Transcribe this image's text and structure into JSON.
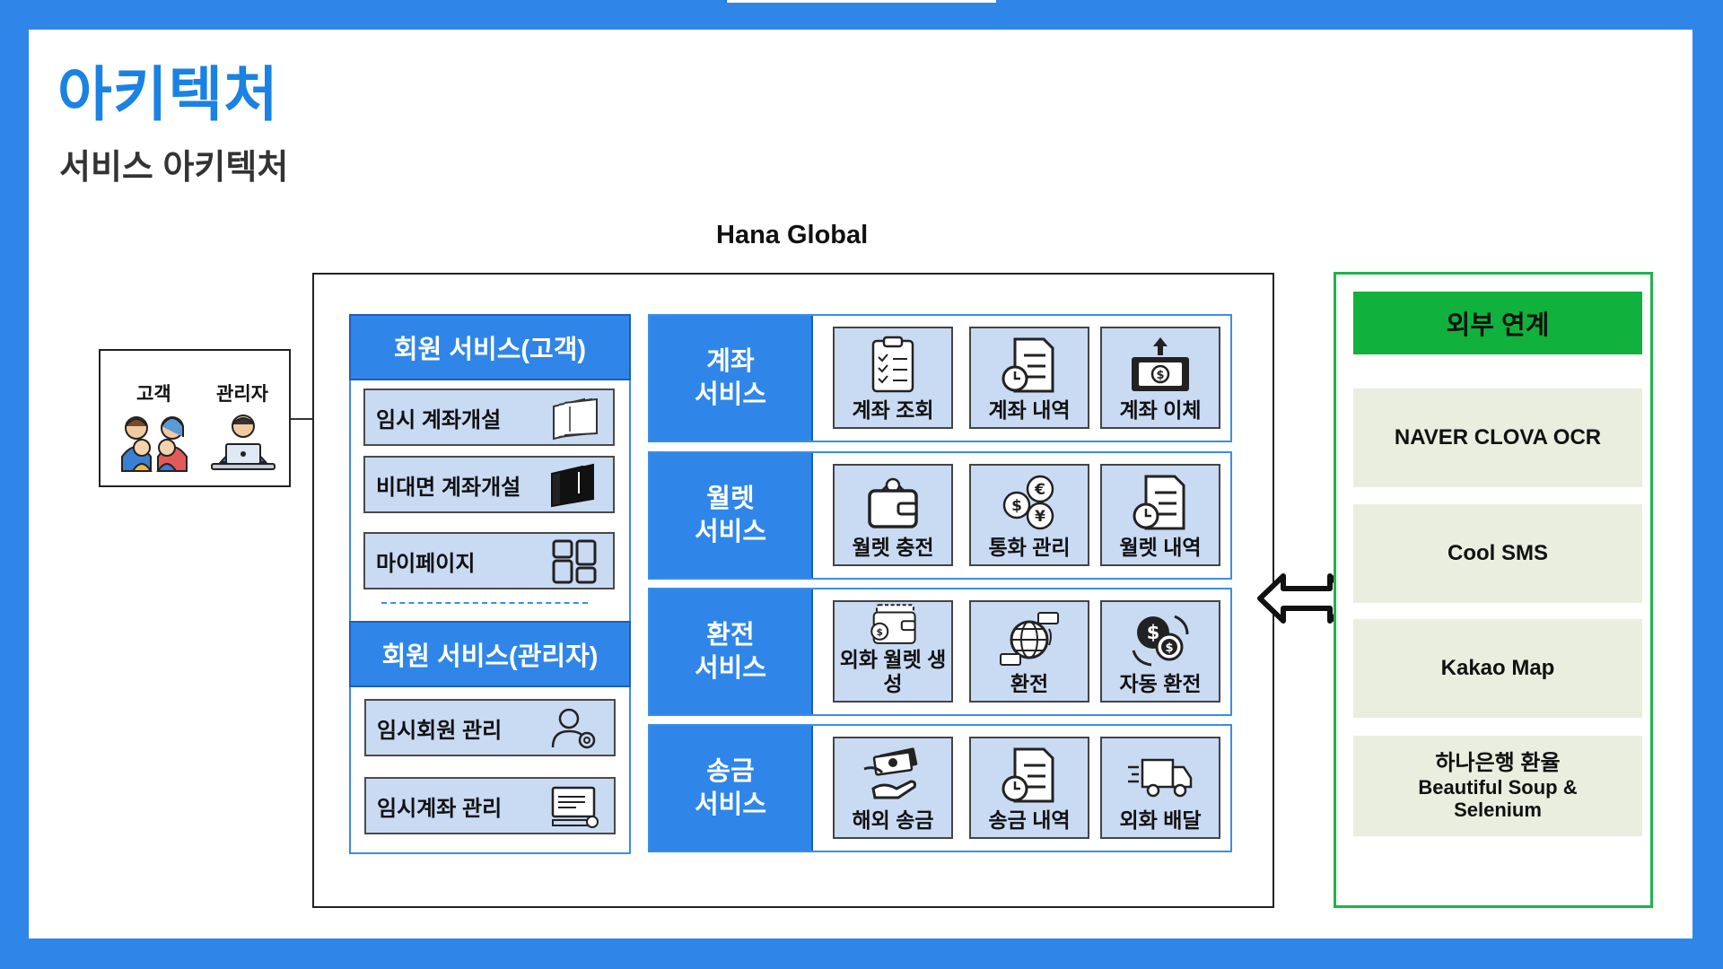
{
  "title": "아키텍처",
  "subtitle": "서비스 아키텍처",
  "diagram_title": "Hana Global",
  "actors": [
    {
      "label": "고객",
      "icon": "family-icon"
    },
    {
      "label": "관리자",
      "icon": "admin-laptop-icon"
    }
  ],
  "member_customer": {
    "title": "회원 서비스(고객)",
    "items": [
      {
        "label": "임시 계좌개설",
        "icon": "bankbook-outline-icon"
      },
      {
        "label": "비대면 계좌개설",
        "icon": "bankbook-filled-icon"
      },
      {
        "label": "마이페이지",
        "icon": "dashboard-icon"
      }
    ]
  },
  "member_admin": {
    "title": "회원 서비스(관리자)",
    "items": [
      {
        "label": "임시회원 관리",
        "icon": "user-gear-icon"
      },
      {
        "label": "임시계좌 관리",
        "icon": "monitor-gear-icon"
      }
    ]
  },
  "services": [
    {
      "label": "계좌\n서비스",
      "cards": [
        {
          "label": "계좌 조회",
          "icon": "clipboard-check-icon"
        },
        {
          "label": "계좌 내역",
          "icon": "document-clock-icon"
        },
        {
          "label": "계좌 이체",
          "icon": "money-transfer-icon"
        }
      ]
    },
    {
      "label": "월렛\n서비스",
      "cards": [
        {
          "label": "월렛 충전",
          "icon": "wallet-icon"
        },
        {
          "label": "통화 관리",
          "icon": "currency-coins-icon"
        },
        {
          "label": "월렛 내역",
          "icon": "document-clock-icon"
        }
      ]
    },
    {
      "label": "환전\n서비스",
      "cards": [
        {
          "label": "외화 월렛 생성",
          "icon": "foreign-wallet-icon"
        },
        {
          "label": "환전",
          "icon": "globe-exchange-icon"
        },
        {
          "label": "자동 환전",
          "icon": "auto-exchange-icon"
        }
      ]
    },
    {
      "label": "송금\n서비스",
      "cards": [
        {
          "label": "해외 송금",
          "icon": "hand-money-icon"
        },
        {
          "label": "송금 내역",
          "icon": "document-clock-icon"
        },
        {
          "label": "외화 배달",
          "icon": "delivery-truck-icon"
        }
      ]
    }
  ],
  "external": {
    "title": "외부 연계",
    "items": [
      {
        "lines": [
          "NAVER CLOVA OCR"
        ]
      },
      {
        "lines": [
          "Cool SMS"
        ]
      },
      {
        "lines": [
          "Kakao Map"
        ]
      },
      {
        "lines": [
          "하나은행 환율",
          "Beautiful Soup &",
          "Selenium"
        ]
      }
    ]
  },
  "colors": {
    "background": "#2f86e8",
    "title": "#1a82e2",
    "service_header": "#2f86e8",
    "card": "#c9daf3",
    "external_header": "#10b13c",
    "external_item": "#e9eedf"
  }
}
